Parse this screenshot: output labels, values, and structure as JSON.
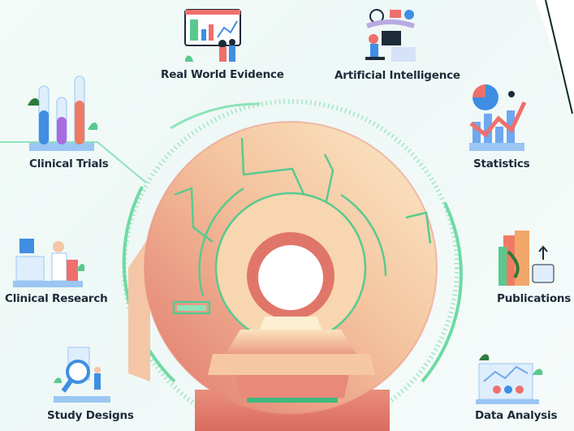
{
  "colors": {
    "accent_green": "#5fd39a",
    "label_text": "#1d2a3a",
    "machine_light": "#fbe6c4",
    "machine_dark": "#e07a6c"
  },
  "items": [
    {
      "label": "Real World Evidence",
      "icon": "dashboard-presentation-icon"
    },
    {
      "label": "Artificial Intelligence",
      "icon": "ai-robot-icon"
    },
    {
      "label": "Clinical Trials",
      "icon": "test-tubes-icon"
    },
    {
      "label": "Statistics",
      "icon": "statistics-chart-icon"
    },
    {
      "label": "Clinical Research",
      "icon": "lab-researcher-icon"
    },
    {
      "label": "Publications",
      "icon": "books-icon"
    },
    {
      "label": "Study Designs",
      "icon": "magnifier-clipboard-icon"
    },
    {
      "label": "Data Analysis",
      "icon": "data-analysis-icon"
    }
  ]
}
